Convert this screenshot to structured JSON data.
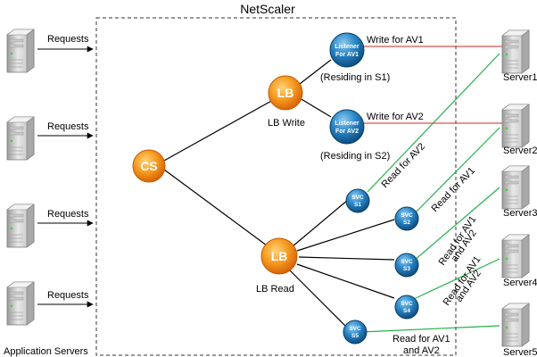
{
  "title": "NetScaler",
  "client_label": "Application Servers",
  "requests_label": "Requests",
  "nodes": {
    "cs": "CS",
    "lb_write": "LB",
    "lb_write_caption": "LB Write",
    "lb_read": "LB",
    "lb_read_caption": "LB Read",
    "listener1": [
      "Listener",
      "For AV1"
    ],
    "listener1_note": "(Residing in S1)",
    "listener2": [
      "Listener",
      "For AV2"
    ],
    "listener2_note": "(Residing in S2)",
    "services": [
      [
        "SVC",
        "S1"
      ],
      [
        "SVC",
        "S2"
      ],
      [
        "SVC",
        "S3"
      ],
      [
        "SVC",
        "S4"
      ],
      [
        "SVC",
        "S5"
      ]
    ]
  },
  "servers": [
    "Server1",
    "Server2",
    "Server3",
    "Server4",
    "Server5"
  ],
  "edges": {
    "write_av1": "Write for AV1",
    "write_av2": "Write for AV2",
    "read_av2": "Read for AV2",
    "read_av1": "Read for AV1",
    "read_both_3": [
      "Read for AV1",
      "and AV2"
    ],
    "read_both_4": [
      "Read for AV1",
      "and AV2"
    ],
    "read_both_5": [
      "Read for AV1",
      "and AV2"
    ]
  },
  "colors": {
    "write_line": "#d9534f",
    "read_line": "#22b14c",
    "orange": "#f28c1a",
    "blue": "#1a6fa8"
  }
}
